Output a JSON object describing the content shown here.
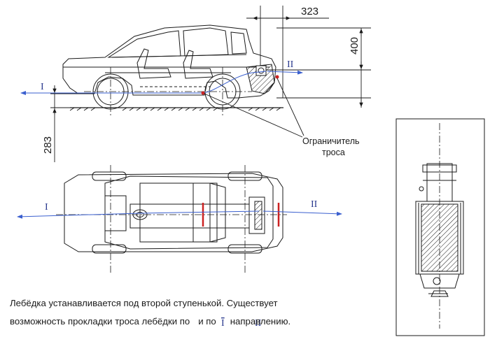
{
  "dimensions": {
    "offset_top": "323",
    "height_right": "400",
    "height_left": "283"
  },
  "callout": {
    "line1": "Ограничитель",
    "line2": "троса"
  },
  "directions": {
    "first": "I",
    "second": "II"
  },
  "caption": {
    "line1": "Лебёдка устанавливается  под второй ступенькой. Существует",
    "line2_before": "возможность прокладки троса лебёдки  по",
    "line2_mid": "и по",
    "line2_after": "направлению."
  },
  "colors": {
    "line": "#1a1a1a",
    "cable": "#2b3a8f",
    "marker": "#cc2222"
  }
}
